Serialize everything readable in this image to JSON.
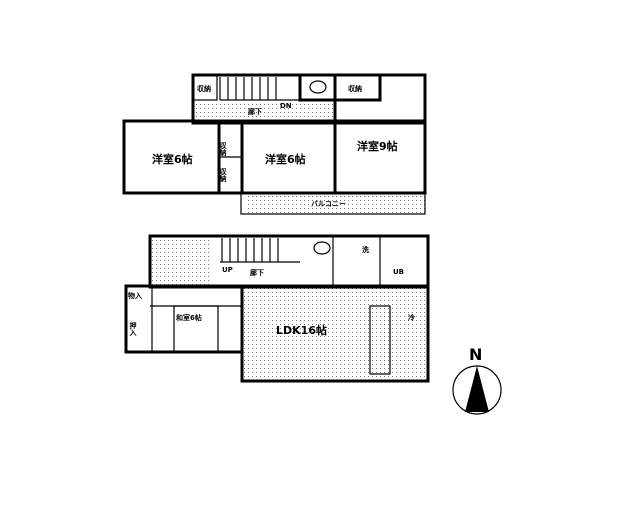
{
  "floor2": {
    "rooms": [
      {
        "label": "洋室6帖"
      },
      {
        "label": "洋室6帖"
      },
      {
        "label": "洋室9帖"
      }
    ],
    "storage": "収納",
    "hall": "廊下",
    "stairs": "DN",
    "balcony": "バルコニー"
  },
  "floor1": {
    "ldk": "LDK16帖",
    "washitsu": "和室6帖",
    "oshiire": "押入",
    "closet": "物入",
    "hall": "廊下",
    "stairs": "UP",
    "bath": "UB",
    "washroom": "洗",
    "fridge": "冷"
  },
  "compass": {
    "label": "N"
  }
}
